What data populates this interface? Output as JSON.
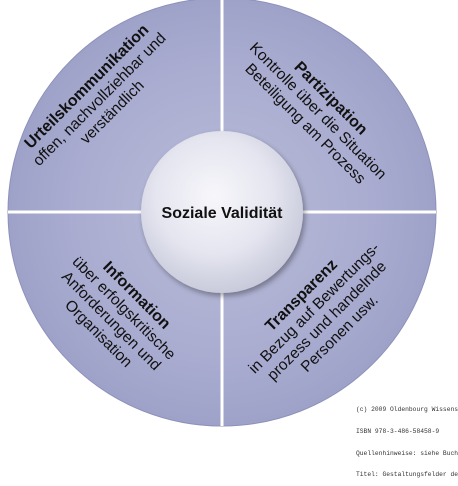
{
  "center": {
    "title": "Soziale Validität"
  },
  "quadrants": [
    {
      "title": "Urteilskommunikation",
      "lines": [
        "offen, nachvollziehbar und",
        "verständlich"
      ]
    },
    {
      "title": "Partizipation",
      "lines": [
        "Kontrolle über die Situation",
        "Beteiligung am Prozess"
      ]
    },
    {
      "title": "Information",
      "lines": [
        "über erfolgskritische",
        "Anforderungen und",
        "Organisation"
      ]
    },
    {
      "title": "Transparenz",
      "lines": [
        "in Bezug auf Bewertungs-",
        "prozess und handelnde",
        "Personen usw."
      ]
    }
  ],
  "copyright_lines": [
    "(c) 2009 Oldenbourg Wissens",
    "ISBN 978-3-486-58458-9",
    "Quellenhinweise: siehe Buch",
    "Titel: Gestaltungsfelder de"
  ],
  "colors": {
    "ring": "#a4a8cc",
    "ring_edge": "#8a8fb8",
    "divider": "#ffffff",
    "center": "#e3e4ef"
  }
}
